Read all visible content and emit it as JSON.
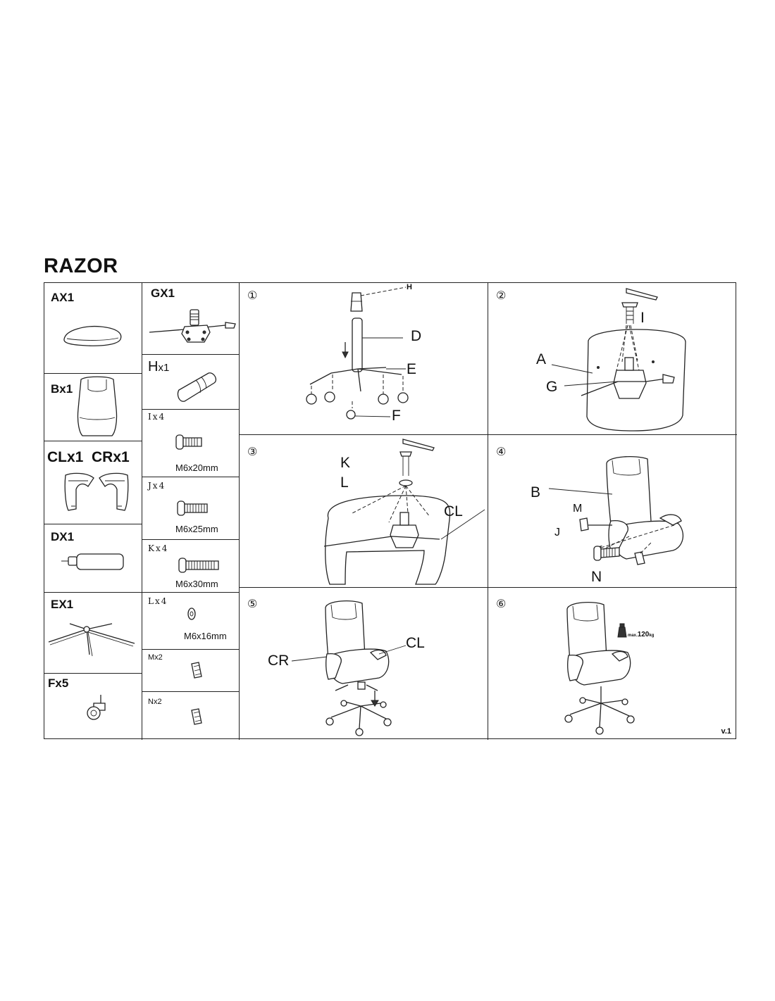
{
  "title": "RAZOR",
  "parts": {
    "a": "AX1",
    "b": "Bx1",
    "cl_cr": "CLx1  CRx1",
    "d": "DX1",
    "e": "EX1",
    "f": "Fx5",
    "g": "GX1",
    "h_letter": "H",
    "h_count": "x1",
    "i": "Ix4",
    "i_size": "M6x20mm",
    "j": "Jx4",
    "j_size": "M6x25mm",
    "k": "Kx4",
    "k_size": "M6x30mm",
    "l": "Lx4",
    "l_size": "M6x16mm",
    "m": "Mx2",
    "n": "Nx2"
  },
  "steps": {
    "s1": {
      "num": "①",
      "h": "H",
      "d": "D",
      "e": "E",
      "f": "F"
    },
    "s2": {
      "num": "②",
      "i": "I",
      "a": "A",
      "g": "G"
    },
    "s3": {
      "num": "③",
      "k": "K",
      "l": "L",
      "cl": "CL"
    },
    "s4": {
      "num": "④",
      "b": "B",
      "m": "M",
      "j": "J",
      "n": "N"
    },
    "s5": {
      "num": "⑤",
      "cl": "CL",
      "cr": "CR"
    },
    "s6": {
      "num": "⑥",
      "max_prefix": "max.",
      "max_value": "120",
      "max_unit": "kg"
    }
  },
  "version": "v.1"
}
